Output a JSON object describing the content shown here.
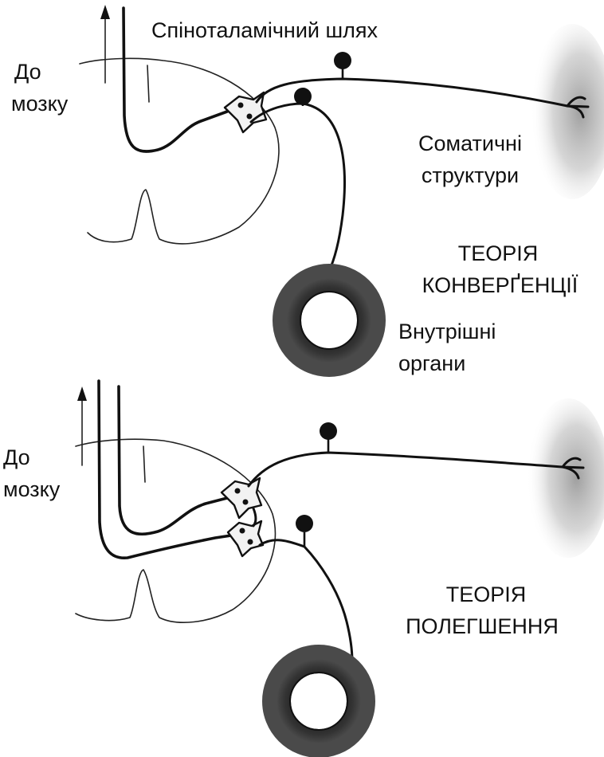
{
  "top_panel": {
    "pathway_label": "Спіноталамічний шлях",
    "to_brain_line1": "До",
    "to_brain_line2": "мозку",
    "somatic_line1": "Соматичні",
    "somatic_line2": "структури",
    "theory_line1": "ТЕОРІЯ",
    "theory_line2": "КОНВЕРҐЕНЦІЇ",
    "visceral_line1": "Внутрішні",
    "visceral_line2": "органи"
  },
  "bottom_panel": {
    "to_brain_line1": "До",
    "to_brain_line2": "мозку",
    "theory_line1": "ТЕОРІЯ",
    "theory_line2": "ПОЛЕГШЕННЯ"
  },
  "colors": {
    "ink": "#111111",
    "organ_ring": "#2b2b2b",
    "somatic_zone": "#bdbdbd"
  }
}
